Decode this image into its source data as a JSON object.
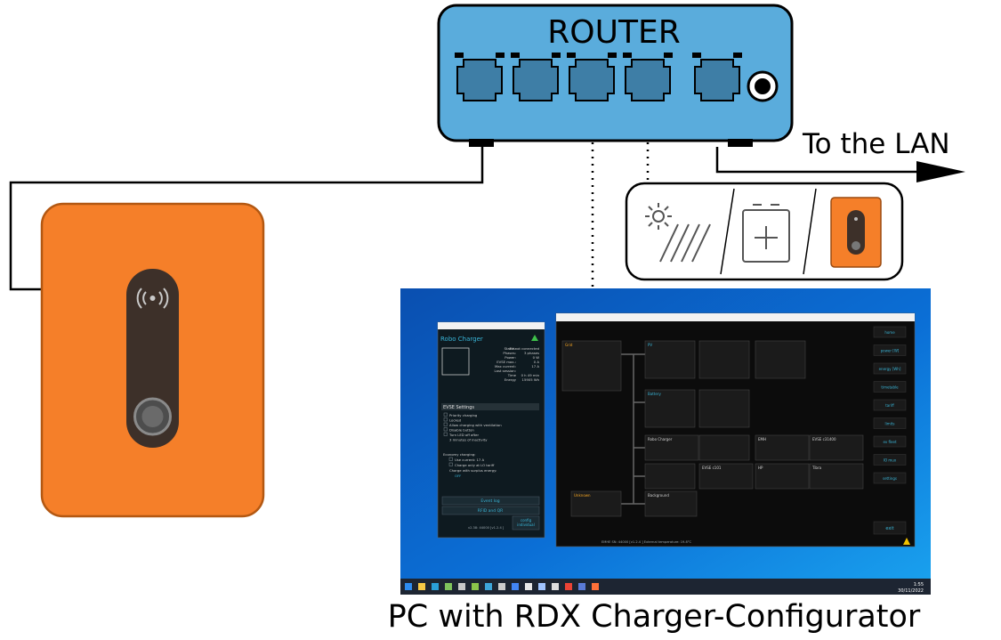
{
  "router": {
    "label": "ROUTER"
  },
  "lan_label": "To the LAN",
  "pc_caption": "PC with RDX Charger-Configurator",
  "devices": {
    "solar": "solar-panel-icon",
    "battery": "battery-icon",
    "charger": "wallbox-charger-icon"
  },
  "charger_window": {
    "title": "Robo Charger",
    "status_rows": [
      [
        "Status:",
        "EV not connected"
      ],
      [
        "Phases:",
        "3 phases"
      ],
      [
        "Power:",
        "0 W"
      ],
      [
        "EVSE max.:",
        "0 A"
      ],
      [
        "Max current:",
        "17 A"
      ],
      [
        "Last session:",
        ""
      ],
      [
        "Time",
        "0 h 49 min"
      ],
      [
        "Energy",
        "15905 Wh"
      ]
    ],
    "settings_header": "EVSE Settings",
    "settings": [
      "Priority charging",
      "Locked",
      "Allow charging with ventilation",
      "Disable button",
      "Turn LED off after",
      "3 minutes of inactivity"
    ],
    "economy_header": "Economy charging:",
    "economy": [
      "Use current: 17 A",
      "Charge only at LO tariff",
      "Charge with surplus energy:",
      "OFF"
    ],
    "buttons": [
      "Event log",
      "RFID and QR"
    ],
    "config_button": "config\nindividual",
    "footer": "v2.38: 44000 [v1.2.4 ]"
  },
  "configurator": {
    "nodes": [
      "Grid",
      "PV",
      "Battery",
      "Robo Charger",
      "EVSE c101",
      "HP",
      "Unknown",
      "Background",
      "EMH",
      "EVSE c31400",
      "Tibra"
    ],
    "sidebar": [
      "home",
      "power [W]",
      "energy [Wh]",
      "timetable",
      "tariff",
      "limits",
      "ev fleet",
      "IO mux",
      "settings"
    ],
    "exit_button": "exit",
    "status_bar": "EMHE SN: 44000 [v1.2.4 ]   External temperature: 19.8°C"
  },
  "taskbar": {
    "time": "1:55",
    "date": "30/11/2022"
  },
  "colors": {
    "router_fill": "#5aacdc",
    "charger_orange": "#f57f29",
    "desktop_blue": "#0a6ed1",
    "accent_teal": "#39b5d7"
  }
}
